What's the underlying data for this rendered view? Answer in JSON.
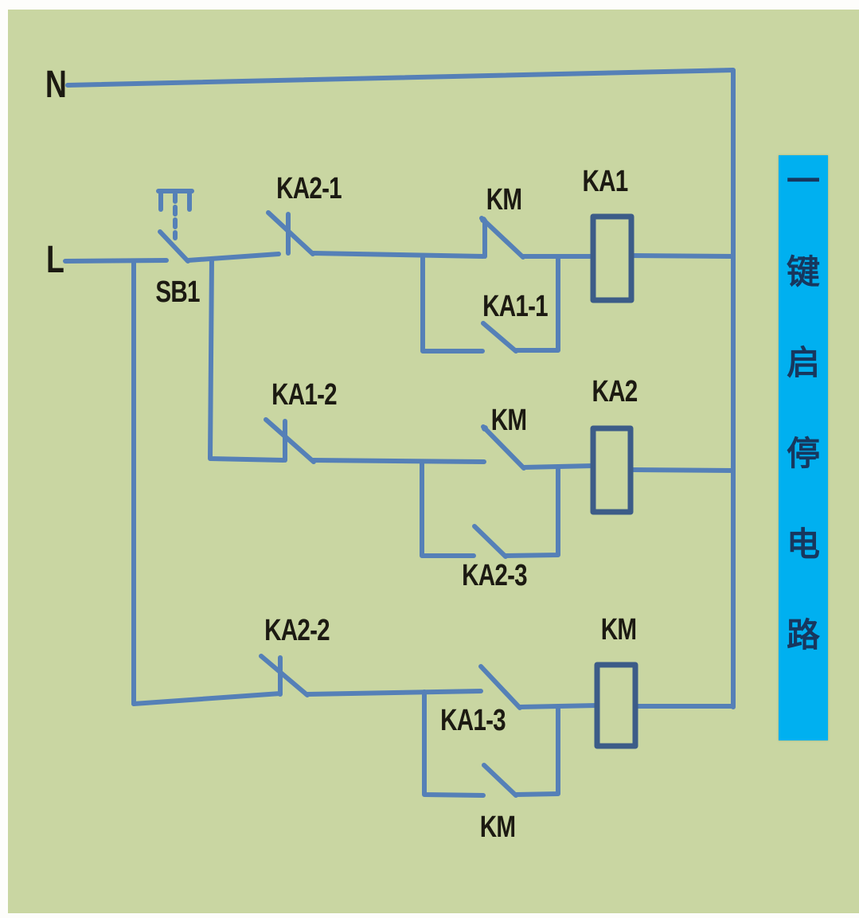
{
  "diagram": {
    "title": "一键启停电路",
    "colors": {
      "background": "#c9d6a2",
      "wire": "#5580b7",
      "coil_outline": "#3c5c88",
      "label": "#1c1a12"
    },
    "rails": {
      "neutral": "N",
      "line": "L"
    },
    "pushbutton": "SB1",
    "rung1": {
      "contact_nc": "KA2-1",
      "contact_no": "KM",
      "coil": "KA1",
      "holding_contact": "KA1-1"
    },
    "rung2": {
      "contact_nc": "KA1-2",
      "contact_no": "KM",
      "coil": "KA2",
      "holding_contact": "KA2-3"
    },
    "rung3": {
      "contact_nc": "KA2-2",
      "contact_no": "KA1-3",
      "coil": "KM",
      "holding_contact": "KM"
    },
    "banner": {
      "text": "一键启停电路",
      "chars": [
        "一",
        "键",
        "启",
        "停",
        "电",
        "路"
      ],
      "background": "#00b0f0",
      "text_color": "#17375e"
    }
  }
}
